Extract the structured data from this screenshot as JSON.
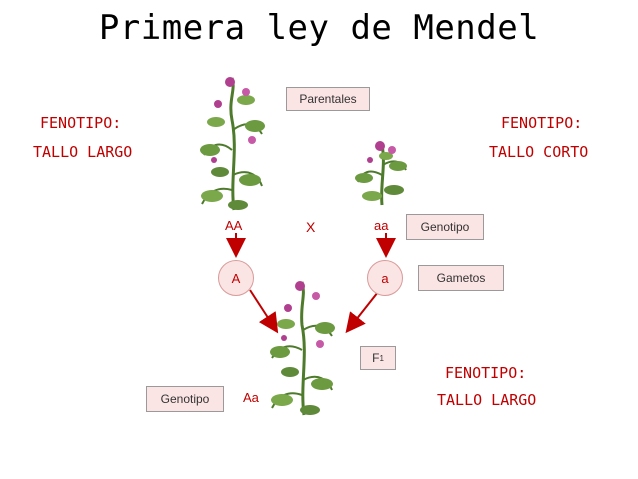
{
  "title": "Primera ley de Mendel",
  "labels": {
    "parentales": "Parentales",
    "genotipo_top": "Genotipo",
    "gametos": "Gametos",
    "f1": "F",
    "f1_sub": "1",
    "genotipo_bottom": "Genotipo"
  },
  "left_parent": {
    "fenotipo_label": "FENOTIPO:",
    "fenotipo_value": "TALLO LARGO",
    "genotype": "AA",
    "gamete": "A"
  },
  "right_parent": {
    "fenotipo_label": "FENOTIPO:",
    "fenotipo_value": "TALLO CORTO",
    "genotype": "aa",
    "gamete": "a"
  },
  "cross_symbol": "X",
  "offspring": {
    "genotype": "Aa",
    "fenotipo_label": "FENOTIPO:",
    "fenotipo_value": "TALLO LARGO"
  },
  "colors": {
    "accent": "#c00000",
    "box_fill": "#fbe4e4",
    "leaf": "#5f8a3a",
    "flower": "#b0408f"
  },
  "icons": [
    "tall-pea-plant-icon",
    "short-pea-plant-icon",
    "hybrid-pea-plant-icon"
  ]
}
